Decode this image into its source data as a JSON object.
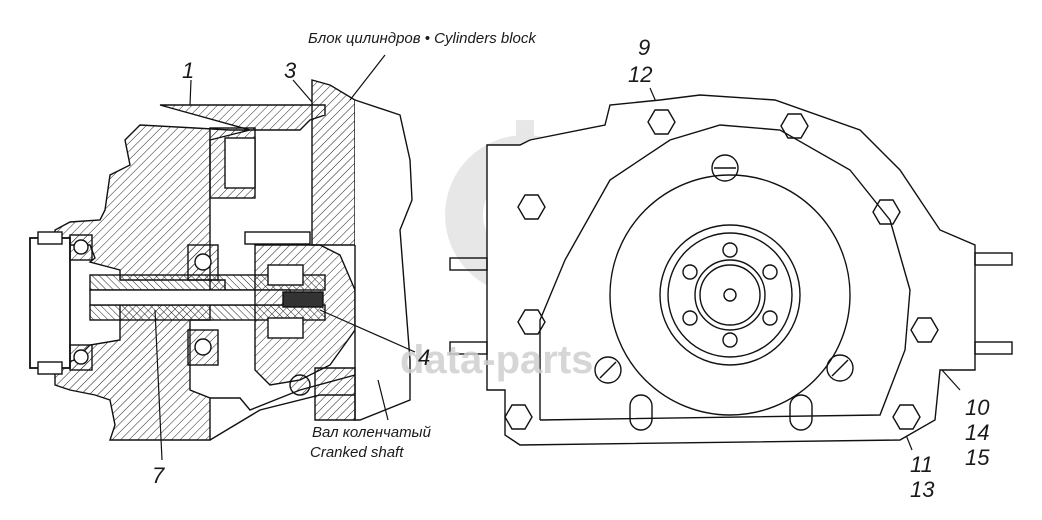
{
  "callouts": {
    "c1": "1",
    "c3": "3",
    "c4": "4",
    "c7": "7",
    "c9": "9",
    "c12": "12",
    "c10": "10",
    "c14": "14",
    "c15": "15",
    "c11": "11",
    "c13": "13"
  },
  "captions": {
    "cylinders_block": "Блок цилиндров • Cylinders block",
    "cranked_shaft_ru": "Вал коленчатый",
    "cranked_shaft_en": "Cranked shaft"
  },
  "watermark": {
    "text": "data-parts"
  }
}
